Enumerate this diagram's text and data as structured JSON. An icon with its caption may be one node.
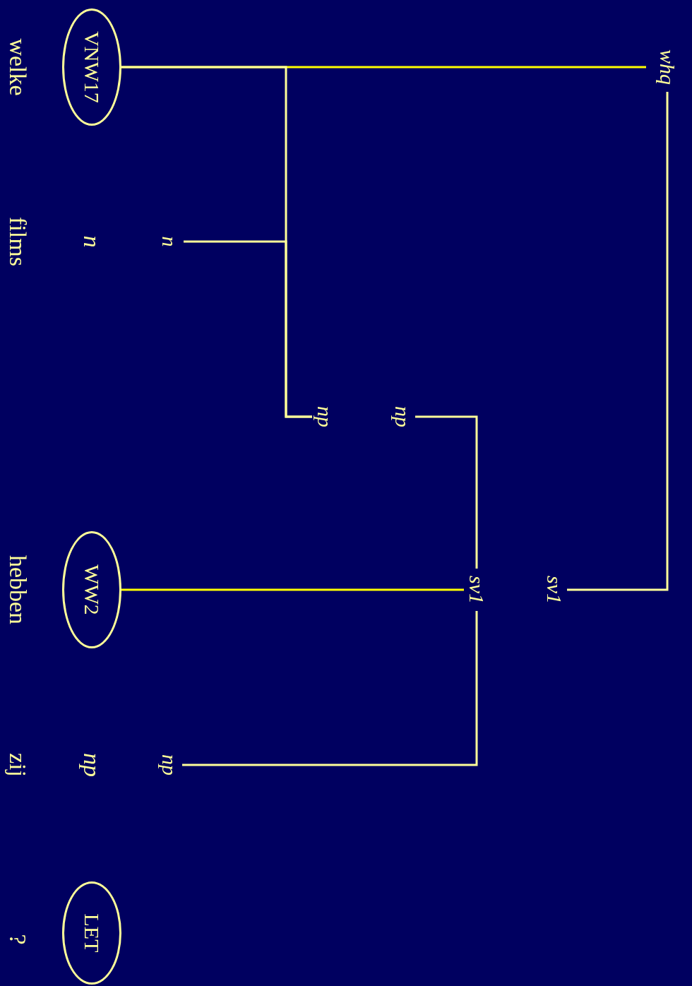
{
  "diagram": {
    "nodes": [
      {
        "text": [
          "whq"
        ]
      },
      {
        "text": [
          "VNW17"
        ]
      },
      {
        "text": [
          "n"
        ]
      },
      {
        "text": [
          "np"
        ]
      },
      {
        "text": [
          "np"
        ]
      },
      {
        "text": [
          "sv1"
        ]
      },
      {
        "text": [
          "sv1"
        ]
      },
      {
        "text": [
          "WW2"
        ]
      },
      {
        "text": [
          "np"
        ]
      },
      {
        "text": [
          "LET"
        ]
      }
    ],
    "edges": [
      {
        "from": 0,
        "to": 1,
        "arrow": "none",
        "color": "#ffff00"
      },
      {
        "from": 3,
        "to": 1,
        "arrow": "none"
      },
      {
        "from": 3,
        "to": 2,
        "arrow": "none"
      },
      {
        "from": 0,
        "to": 5,
        "arrow": "none"
      },
      {
        "from": 4,
        "to": 6,
        "arrow": "none"
      },
      {
        "from": 6,
        "to": 7,
        "arrow": "none",
        "color": "#ffff00"
      },
      {
        "from": 6,
        "to": 8,
        "arrow": "none"
      }
    ],
    "labels": [
      "welke",
      "n",
      "films",
      "hebben",
      "np",
      "zij",
      "?"
    ]
  }
}
